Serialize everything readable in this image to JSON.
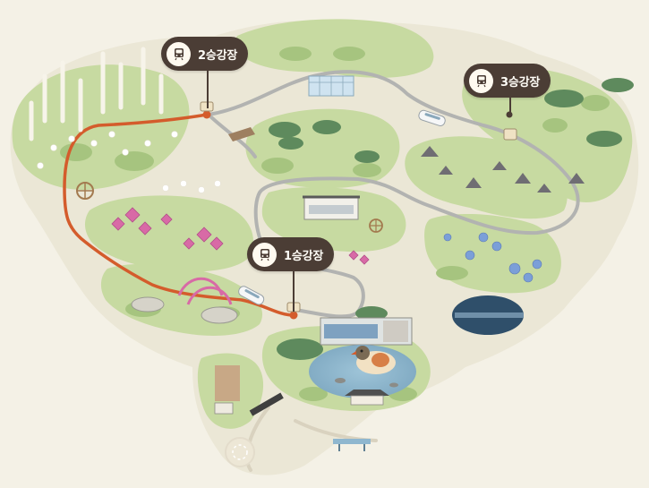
{
  "map": {
    "colors": {
      "background": "#f4f1e6",
      "land": "#ebe7d7",
      "grass": "#c8dba1",
      "grass_dark": "#a9c883",
      "road": "#b1b2b0",
      "route_active": "#d45c2c",
      "pin_bg": "#4b3d35",
      "pin_text": "#fffdf7",
      "pond": "#8fb7cf"
    },
    "stations": [
      {
        "id": "station-1",
        "label": "1승강장",
        "icon": "tram-icon"
      },
      {
        "id": "station-2",
        "label": "2승강장",
        "icon": "tram-icon"
      },
      {
        "id": "station-3",
        "label": "3승강장",
        "icon": "tram-icon"
      }
    ]
  }
}
